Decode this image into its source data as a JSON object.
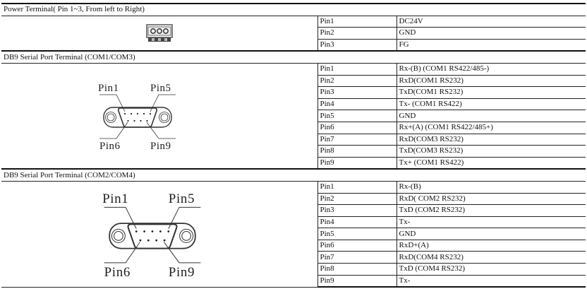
{
  "sections": [
    {
      "title": "Power Terminal( Pin 1~3, From left to Right)",
      "rows": [
        {
          "pin": "Pin1",
          "signal": "DC24V"
        },
        {
          "pin": "Pin2",
          "signal": "GND"
        },
        {
          "pin": "Pin3",
          "signal": "FG"
        }
      ]
    },
    {
      "title": "DB9 Serial Port Terminal (COM1/COM3)",
      "diagram_labels": [
        "Pin1",
        "Pin5",
        "Pin6",
        "Pin9"
      ],
      "rows": [
        {
          "pin": "Pin1",
          "signal": "Rx-(B)  (COM1 RS422/485-)"
        },
        {
          "pin": "Pin2",
          "signal": "RxD(COM1 RS232)"
        },
        {
          "pin": "Pin3",
          "signal": "TxD(COM1 RS232)"
        },
        {
          "pin": "Pin4",
          "signal": "Tx- (COM1 RS422)"
        },
        {
          "pin": "Pin5",
          "signal": "GND"
        },
        {
          "pin": "Pin6",
          "signal": "Rx+(A) (COM1 RS422/485+)"
        },
        {
          "pin": "Pin7",
          "signal": "RxD(COM3 RS232)"
        },
        {
          "pin": "Pin8",
          "signal": "TxD(COM3 RS232)"
        },
        {
          "pin": "Pin9",
          "signal": "Tx+ (COM1 RS422)"
        }
      ]
    },
    {
      "title": "DB9 Serial Port Terminal (COM2/COM4)",
      "diagram_labels": [
        "Pin1",
        "Pin5",
        "Pin6",
        "Pin9"
      ],
      "rows": [
        {
          "pin": "Pin1",
          "signal": "Rx-(B)"
        },
        {
          "pin": "Pin2",
          "signal": "RxD( COM2 RS232)"
        },
        {
          "pin": "Pin3",
          "signal": "TxD (COM2 RS232)"
        },
        {
          "pin": "Pin4",
          "signal": "Tx-"
        },
        {
          "pin": "Pin5",
          "signal": "GND"
        },
        {
          "pin": "Pin6",
          "signal": "RxD+(A)"
        },
        {
          "pin": "Pin7",
          "signal": "RxD(COM4 RS232)"
        },
        {
          "pin": "Pin8",
          "signal": "TxD (COM4 RS232)"
        },
        {
          "pin": "Pin9",
          "signal": "Tx-"
        }
      ]
    }
  ]
}
